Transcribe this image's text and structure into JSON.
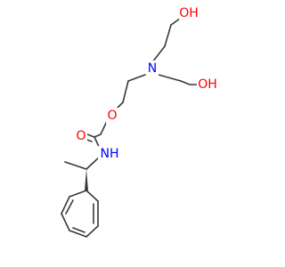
{
  "molecule": {
    "atoms": {
      "oh_top": {
        "text": "OH",
        "color": "#ff0000"
      },
      "oh_right": {
        "text": "OH",
        "color": "#ff0000"
      },
      "n_amine": {
        "text": "N",
        "color": "#0000ff"
      },
      "o_ether": {
        "text": "O",
        "color": "#ff0000"
      },
      "o_carbonyl": {
        "text": "O",
        "color": "#ff0000"
      },
      "nh_amide": {
        "text": "NH",
        "color": "#0000ff"
      }
    },
    "bond_color": "#3a3a3a",
    "background": "#ffffff"
  }
}
